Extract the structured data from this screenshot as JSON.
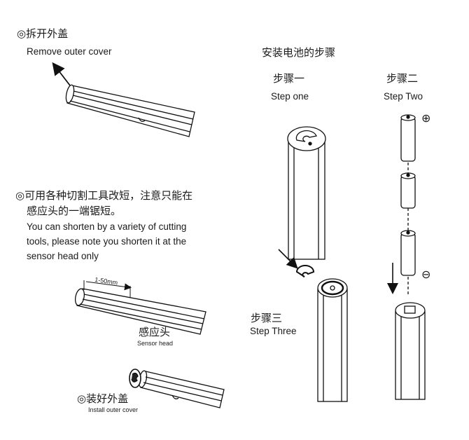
{
  "left_panel": {
    "remove_title_cn": "◎拆开外盖",
    "remove_title_en": "Remove outer cover",
    "shorten_title_cn_line1": "◎可用各种切割工具改短，注意只能在",
    "shorten_title_cn_line2": "感应头的一端锯短。",
    "shorten_en_line1": "You can shorten by a variety of cutting",
    "shorten_en_line2": "tools, please note you shorten it at the",
    "shorten_en_line3": "sensor head only",
    "dimension_label": "1-50mm",
    "sensor_head_cn": "感应头",
    "sensor_head_en": "Sensor head",
    "install_title_cn": "◎装好外盖",
    "install_title_en": "Install outer cover"
  },
  "right_panel": {
    "battery_title_cn": "安装电池的步骤",
    "step_one_cn": "步骤一",
    "step_one_en": "Step one",
    "step_two_cn": "步骤二",
    "step_two_en": "Step Two",
    "step_three_cn": "步骤三",
    "step_three_en": "Step Three",
    "plus_symbol": "⊕",
    "minus_symbol": "⊖"
  }
}
